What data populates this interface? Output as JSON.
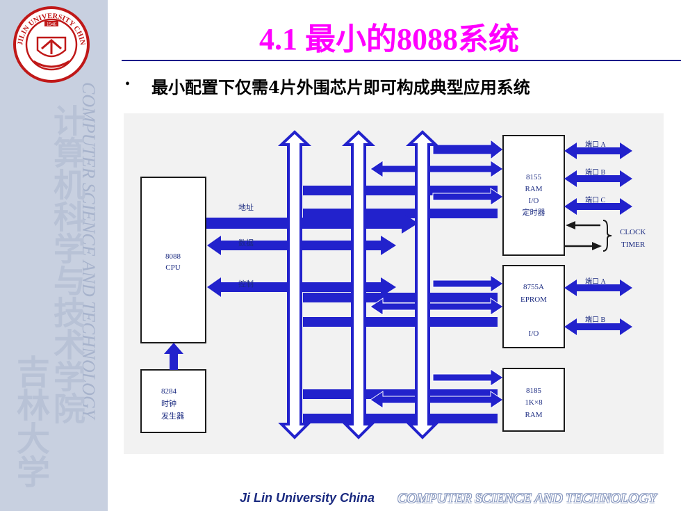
{
  "sidebar": {
    "logo_text": "JILIN UNIVERSITY CHINA",
    "logo_year": "1946",
    "vertical_english": "COMPUTER SCIENCE AND TECHNOLOGY",
    "vertical_chinese_1": "吉林大学",
    "vertical_chinese_2": "计算机科学与技术学院"
  },
  "slide": {
    "title": "4.1  最小的8088系统",
    "bullet": "最小配置下仅需4片外围芯片即可构成典型应用系统"
  },
  "diagram": {
    "cpu": [
      "8088",
      "CPU"
    ],
    "clock_gen": [
      "8284",
      "时钟",
      "发生器"
    ],
    "bus_labels": {
      "address": "地址",
      "data": "数据",
      "control": "控制"
    },
    "chip_8155": [
      "8155",
      "RAM",
      "I/O",
      "定时器"
    ],
    "chip_8755": [
      "8755A",
      "EPROM",
      "I/O"
    ],
    "chip_8185": [
      "8185",
      "1K×8",
      "RAM"
    ],
    "ports_8155": [
      "端口 A",
      "端口 B",
      "端口 C"
    ],
    "ports_8755": [
      "端口 A",
      "端口 B"
    ],
    "clock_timer": [
      "CLOCK",
      "TIMER"
    ],
    "colors": {
      "bus": "#2222cc",
      "arrow_fill": "#ffffff",
      "box_stroke": "#1a1a1a",
      "background": "#f2f2f2"
    }
  },
  "footer": {
    "brand": "Ji Lin University China",
    "dept": "COMPUTER SCIENCE AND TECHNOLOGY"
  }
}
